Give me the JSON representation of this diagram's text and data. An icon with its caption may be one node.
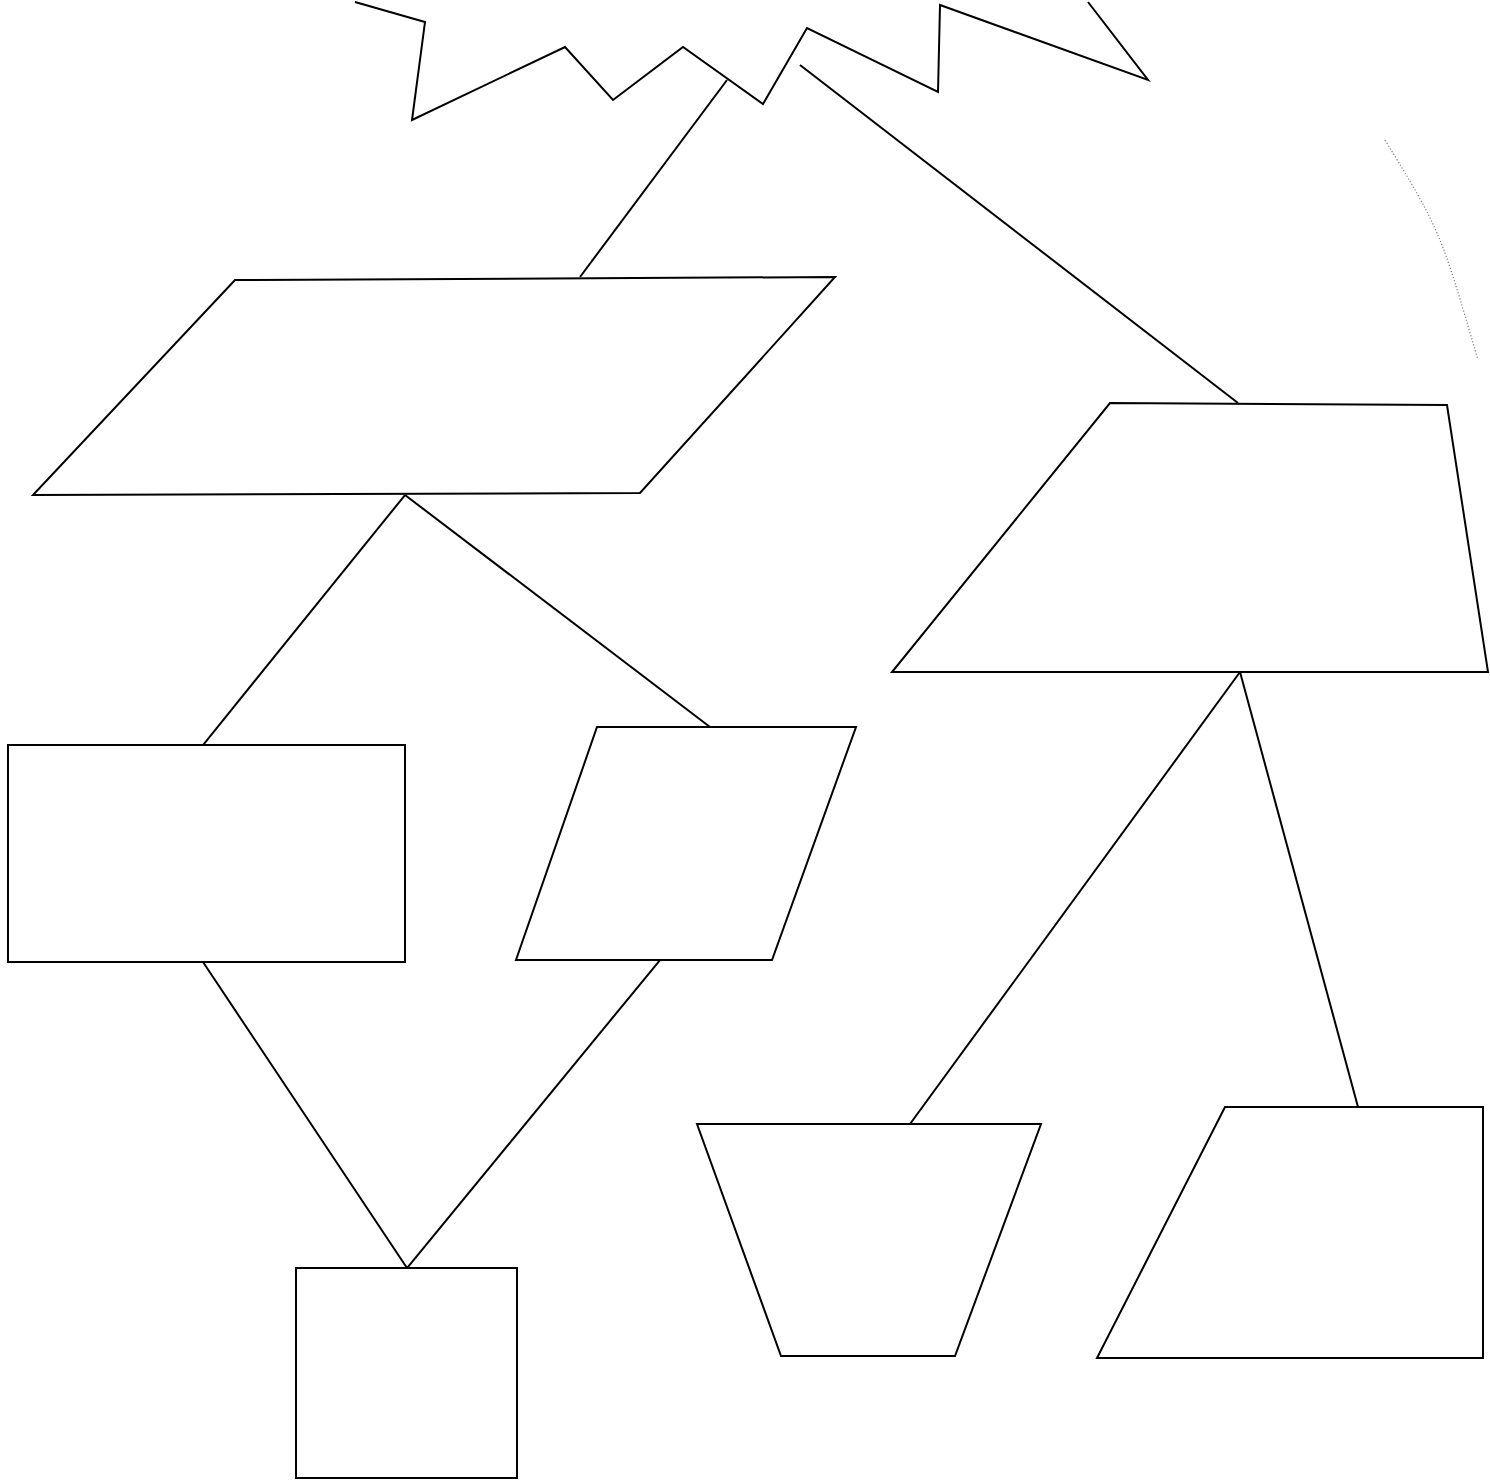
{
  "diagram": {
    "nodes": [
      {
        "text": [],
        "shape": "star"
      },
      {
        "text": [],
        "shape": "parallelogram"
      },
      {
        "text": [],
        "shape": "trapezoid"
      },
      {
        "text": [],
        "shape": "box"
      },
      {
        "text": [],
        "shape": "parallelogram"
      },
      {
        "text": [],
        "shape": "box"
      },
      {
        "text": [],
        "shape": "trapezoid"
      },
      {
        "text": [],
        "shape": "trapezoid"
      }
    ],
    "edges": [
      {
        "from": 0,
        "to": 1,
        "arrow": "none"
      },
      {
        "from": 0,
        "to": 2,
        "arrow": "none"
      },
      {
        "from": 1,
        "to": 3,
        "arrow": "none"
      },
      {
        "from": 1,
        "to": 4,
        "arrow": "none"
      },
      {
        "from": 3,
        "to": 5,
        "arrow": "none"
      },
      {
        "from": 4,
        "to": 5,
        "arrow": "none"
      },
      {
        "from": 2,
        "to": 6,
        "arrow": "none"
      },
      {
        "from": 2,
        "to": 7,
        "arrow": "none"
      }
    ]
  }
}
